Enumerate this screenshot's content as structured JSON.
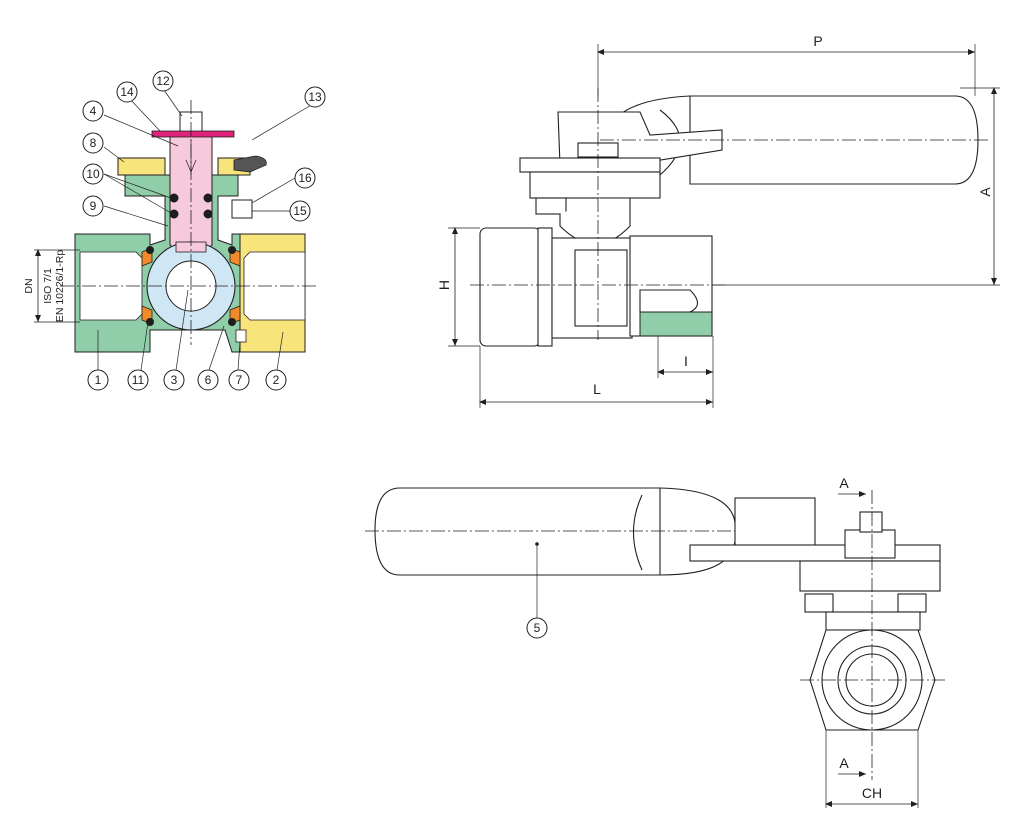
{
  "colors": {
    "body_green": "#8fcea8",
    "end_yellow": "#f7e47a",
    "stem_pink": "#f6c9dc",
    "ball_blue": "#cfe6f4",
    "seat_orange": "#f08a2a",
    "handle_magenta": "#e0237a",
    "seal_black": "#1e1e1e",
    "line": "#231f20"
  },
  "section_view": {
    "callouts": {
      "c1": "1",
      "c2": "2",
      "c3": "3",
      "c4": "4",
      "c5": "5",
      "c6": "6",
      "c7": "7",
      "c8": "8",
      "c9": "9",
      "c10": "10",
      "c11": "11",
      "c12": "12",
      "c13": "13",
      "c14": "14",
      "c15": "15",
      "c16": "16"
    },
    "dn_label": "DN",
    "thread_label_1": "ISO 7/1",
    "thread_label_2": "EN 10226/1-Rp"
  },
  "side_view": {
    "dim_P": "P",
    "dim_A": "A",
    "dim_H": "H",
    "dim_L": "L",
    "dim_I": "I"
  },
  "end_view": {
    "section_mark_top": "A",
    "section_mark_bottom": "A",
    "dim_CH": "CH"
  }
}
